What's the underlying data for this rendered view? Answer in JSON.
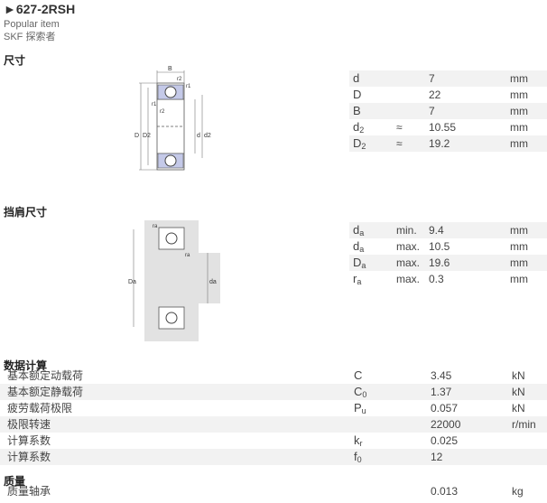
{
  "header": {
    "title": "►627-2RSH",
    "popular": "Popular item",
    "explorer": "SKF 探索者"
  },
  "sections": {
    "dimensions": "尺寸",
    "abutment": "挡肩尺寸",
    "calculation": "数据计算",
    "mass": "质量"
  },
  "diagram1": {
    "B": "B",
    "r2a": "r2",
    "r1a": "r1",
    "r1b": "r1",
    "r2b": "r2",
    "D": "D",
    "D2": "D2",
    "d": "d",
    "d2": "d2"
  },
  "diagram2": {
    "ra1": "ra",
    "ra2": "ra",
    "Da": "Da",
    "da": "da"
  },
  "dimensions": [
    {
      "sym": "d",
      "sub": "",
      "q": "",
      "v": "7",
      "u": "mm"
    },
    {
      "sym": "D",
      "sub": "",
      "q": "",
      "v": "22",
      "u": "mm"
    },
    {
      "sym": "B",
      "sub": "",
      "q": "",
      "v": "7",
      "u": "mm"
    },
    {
      "sym": "d",
      "sub": "2",
      "q": "≈",
      "v": "10.55",
      "u": "mm"
    },
    {
      "sym": "D",
      "sub": "2",
      "q": "≈",
      "v": "19.2",
      "u": "mm"
    }
  ],
  "abutment": [
    {
      "sym": "d",
      "sub": "a",
      "q": "min.",
      "v": "9.4",
      "u": "mm"
    },
    {
      "sym": "d",
      "sub": "a",
      "q": "max.",
      "v": "10.5",
      "u": "mm"
    },
    {
      "sym": "D",
      "sub": "a",
      "q": "max.",
      "v": "19.6",
      "u": "mm"
    },
    {
      "sym": "r",
      "sub": "a",
      "q": "max.",
      "v": "0.3",
      "u": "mm"
    }
  ],
  "calculation": [
    {
      "label": "基本额定动载荷",
      "sym": "C",
      "sub": "",
      "v": "3.45",
      "u": "kN"
    },
    {
      "label": "基本额定静载荷",
      "sym": "C",
      "sub": "0",
      "v": "1.37",
      "u": "kN"
    },
    {
      "label": "疲劳载荷极限",
      "sym": "P",
      "sub": "u",
      "v": "0.057",
      "u": "kN"
    },
    {
      "label": "极限转速",
      "sym": "",
      "sub": "",
      "v": "22000",
      "u": "r/min"
    },
    {
      "label": "计算系数",
      "sym": "k",
      "sub": "r",
      "v": "0.025",
      "u": ""
    },
    {
      "label": "计算系数",
      "sym": "f",
      "sub": "0",
      "v": "12",
      "u": ""
    }
  ],
  "mass": [
    {
      "label": "质量轴承",
      "v": "0.013",
      "u": "kg"
    }
  ]
}
